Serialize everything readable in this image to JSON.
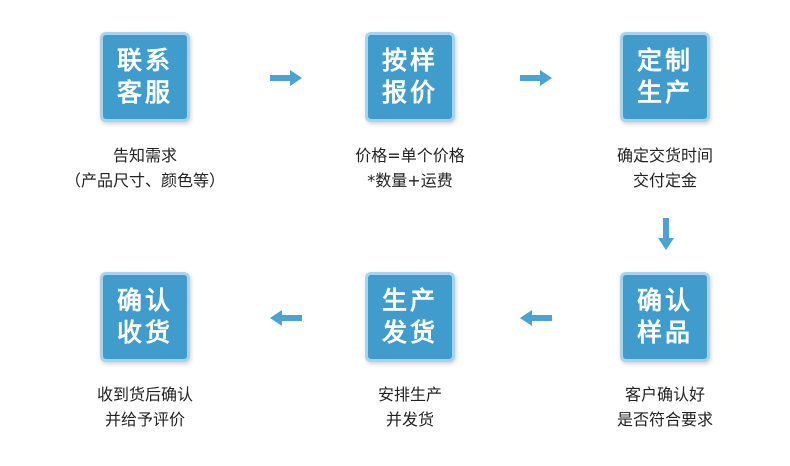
{
  "steps": [
    {
      "box": [
        "联系",
        "客服"
      ],
      "desc": [
        "告知需求",
        "（产品尺寸、颜色等）"
      ]
    },
    {
      "box": [
        "按样",
        "报价"
      ],
      "desc": [
        "价格=单个价格",
        "*数量+运费"
      ]
    },
    {
      "box": [
        "定制",
        "生产"
      ],
      "desc": [
        "确定交货时间",
        "交付定金"
      ]
    },
    {
      "box": [
        "确认",
        "样品"
      ],
      "desc": [
        "客户确认好",
        "是否符合要求"
      ]
    },
    {
      "box": [
        "生产",
        "发货"
      ],
      "desc": [
        "安排生产",
        "并发货"
      ]
    },
    {
      "box": [
        "确认",
        "收货"
      ],
      "desc": [
        "收到货后确认",
        "并给予评价"
      ]
    }
  ],
  "colors": {
    "box_fill": "#3f9ccc",
    "box_border": "#a9d3ea",
    "arrow": "#4aa3d1",
    "text": "#222222"
  },
  "icons": {
    "arrow_right": "arrow-right-icon",
    "arrow_down": "arrow-down-icon",
    "arrow_left": "arrow-left-icon"
  }
}
